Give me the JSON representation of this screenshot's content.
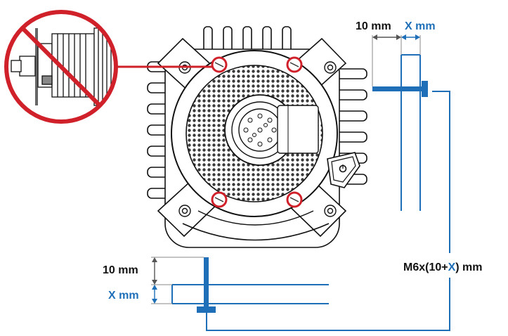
{
  "labels": {
    "top_ten": "10 mm",
    "top_x": "X mm",
    "left_ten": "10 mm",
    "left_x": "X mm",
    "screw_prefix": "M6x(10+",
    "screw_var": "X",
    "screw_suffix": ") mm"
  },
  "colors": {
    "blue": "#1e6fb8",
    "red": "#d0212b",
    "line": "#111111",
    "dim": "#555555"
  },
  "icons": {
    "prohibited": "prohibition-sign-icon",
    "mount_hole": "mounting-screw-icon",
    "power_button": "power-icon",
    "connector": "circular-connector-icon"
  }
}
